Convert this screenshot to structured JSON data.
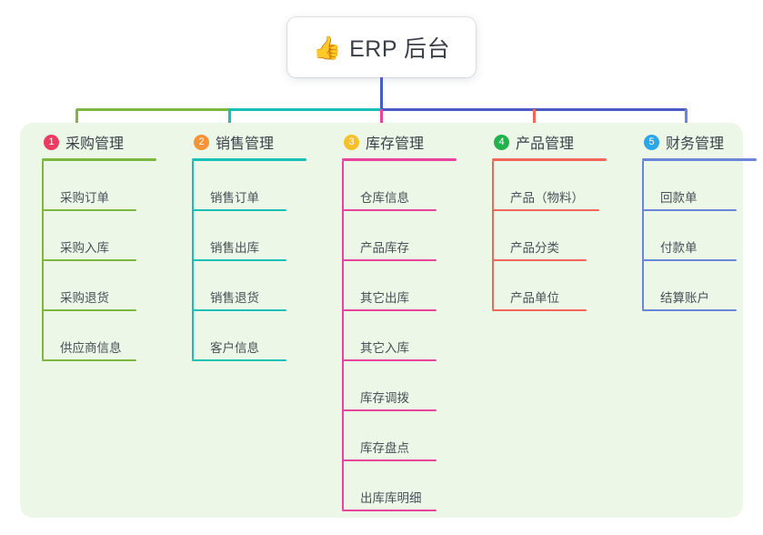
{
  "diagram": {
    "type": "org-chart",
    "background": "#ffffff",
    "panel_color": "#edf7e8",
    "root": {
      "icon": "thumbs-up-icon",
      "emoji": "👍",
      "title": "ERP 后台"
    },
    "bus_segments": [
      {
        "name": "bus-green",
        "color": "#7cb83f"
      },
      {
        "name": "bus-teal",
        "color": "#18bfb5"
      },
      {
        "name": "bus-blue",
        "color": "#4b5bc4"
      }
    ],
    "columns": [
      {
        "number": "1",
        "title": "采购管理",
        "badge_color": "#ea3b60",
        "line_color": "#7cb83f",
        "drop_color": "#7cb83f",
        "items": [
          "采购订单",
          "采购入库",
          "采购退货",
          "供应商信息"
        ]
      },
      {
        "number": "2",
        "title": "销售管理",
        "badge_color": "#f59338",
        "line_color": "#18bfb5",
        "drop_color": "#18bfb5",
        "items": [
          "销售订单",
          "销售出库",
          "销售退货",
          "客户信息"
        ]
      },
      {
        "number": "3",
        "title": "库存管理",
        "badge_color": "#f6c029",
        "line_color": "#e8449b",
        "drop_color": "#e8449b",
        "items": [
          "仓库信息",
          "产品库存",
          "其它出库",
          "其它入库",
          "库存调拨",
          "库存盘点",
          "出库库明细"
        ]
      },
      {
        "number": "4",
        "title": "产品管理",
        "badge_color": "#22b14c",
        "line_color": "#f4655a",
        "drop_color": "#f4655a",
        "items": [
          "产品（物料）",
          "产品分类",
          "产品单位"
        ]
      },
      {
        "number": "5",
        "title": "财务管理",
        "badge_color": "#29a7e8",
        "line_color": "#6b86d8",
        "drop_color": "#6b86d8",
        "items": [
          "回款单",
          "付款单",
          "结算账户"
        ]
      }
    ]
  }
}
